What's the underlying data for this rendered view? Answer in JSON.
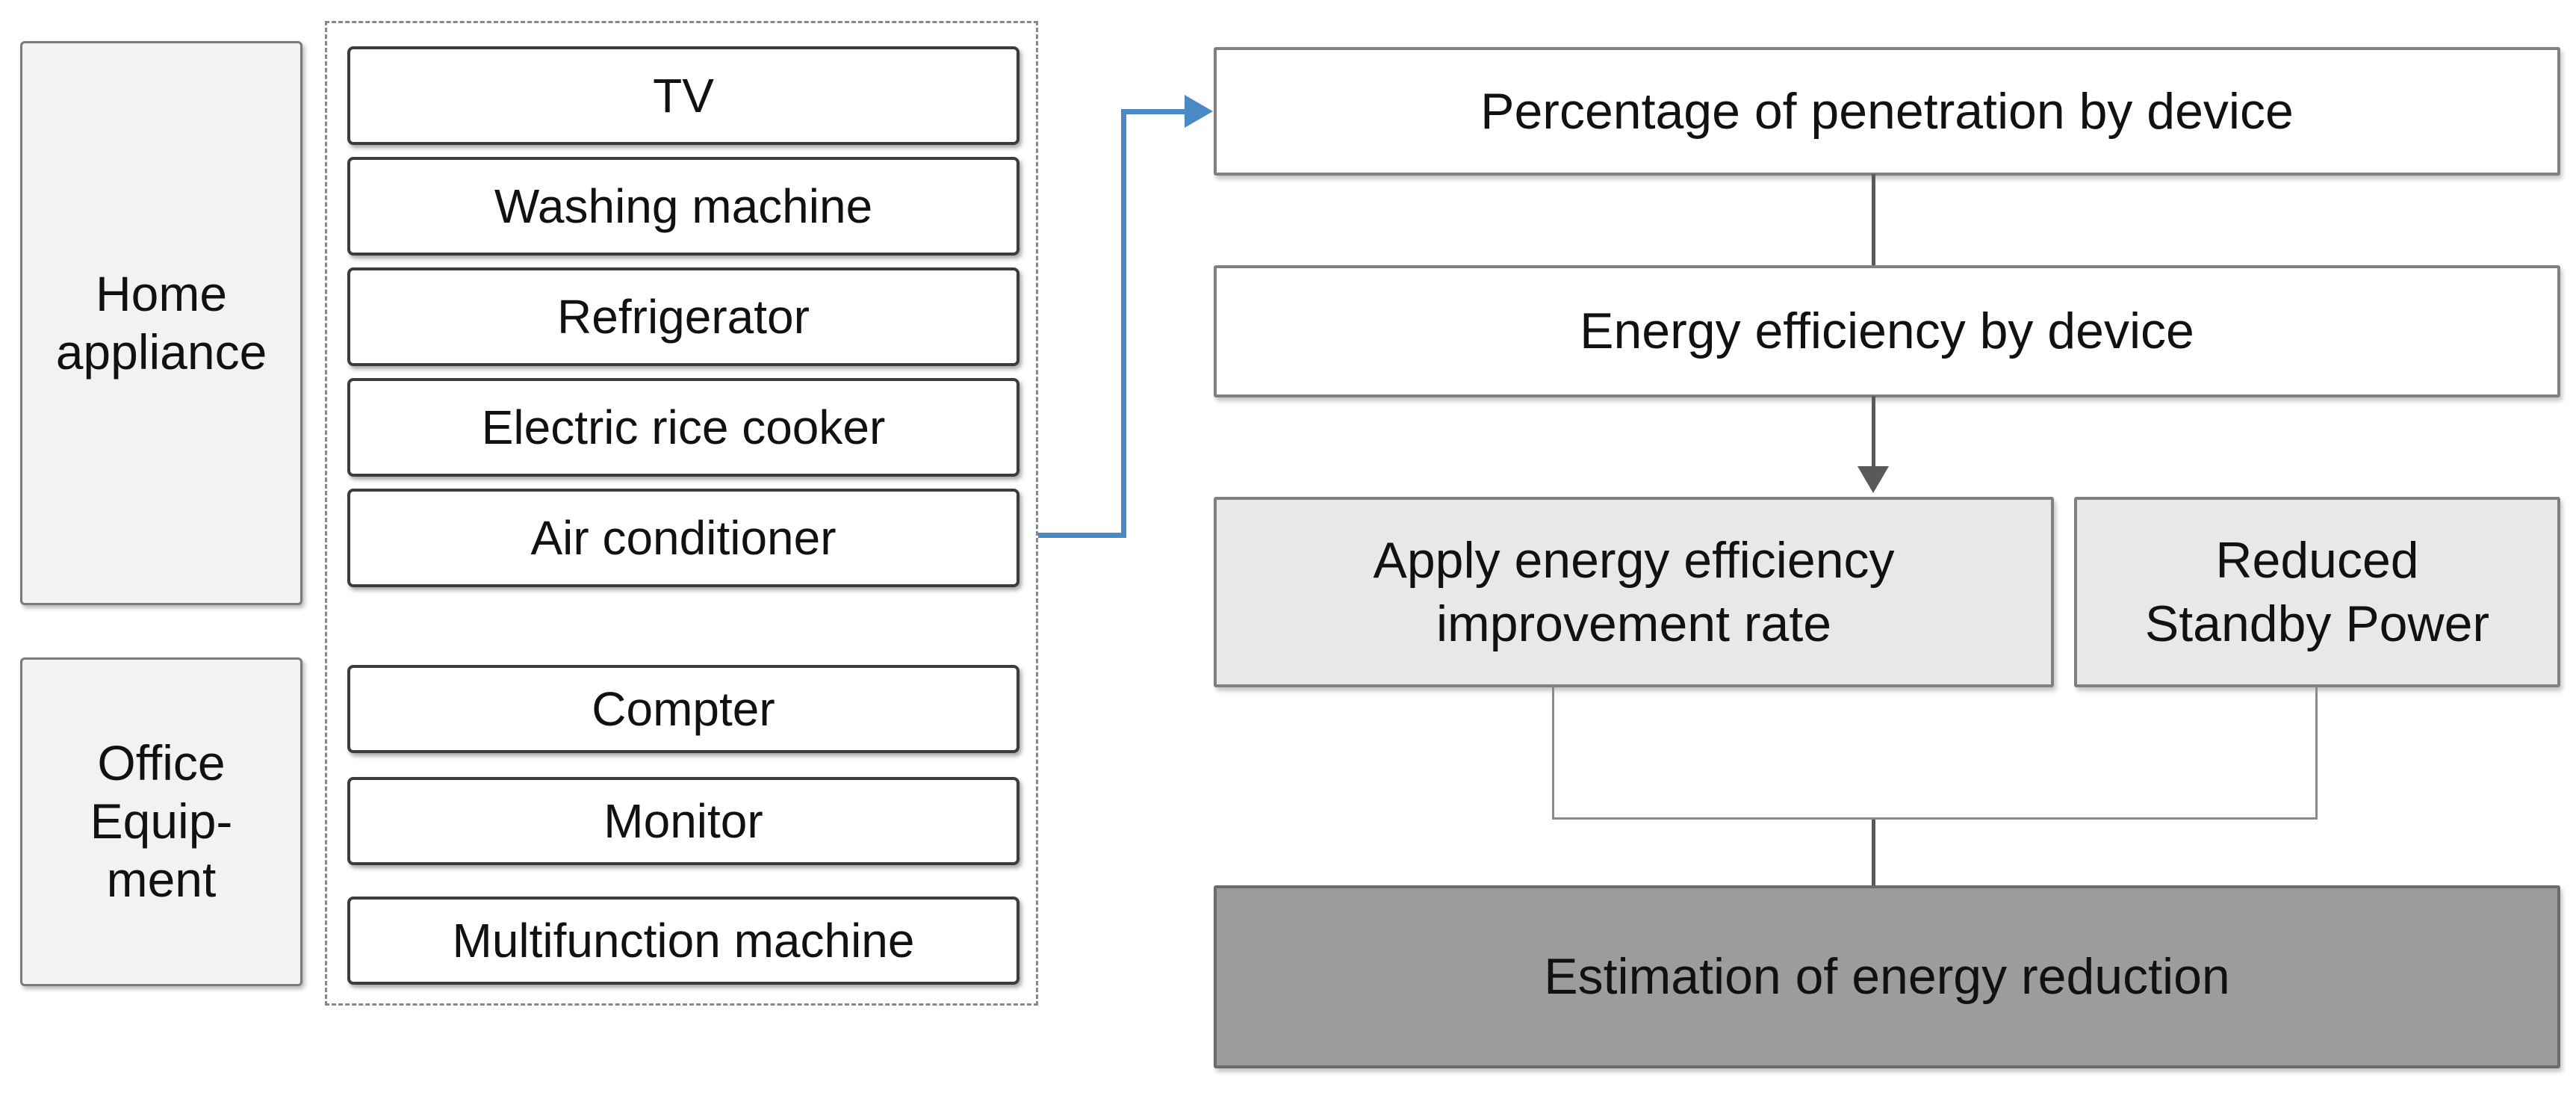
{
  "diagram": {
    "left_panel": {
      "groups": [
        {
          "label": "Home\nappliance",
          "items": [
            "TV",
            "Washing machine",
            "Refrigerator",
            "Electric rice cooker",
            "Air conditioner"
          ]
        },
        {
          "label": "Office\nEquip-\nment",
          "items": [
            "Compter",
            "Monitor",
            "Multifunction machine"
          ]
        }
      ]
    },
    "flow": {
      "step_penetration": "Percentage of penetration by device",
      "step_efficiency": "Energy efficiency by device",
      "step_improvement": "Apply energy efficiency\nimprovement rate",
      "step_standby": "Reduced\nStandby Power",
      "step_estimation": "Estimation of energy reduction"
    },
    "icons": {
      "blue_elbow_arrow": "elbow-arrow-right",
      "down_arrow": "arrow-down"
    },
    "colors": {
      "accent_blue": "#4a8ac4",
      "connector_dark_gray": "#595959",
      "connector_thin_gray": "#8a8a8a",
      "category_fill": "#f2f2f2",
      "process_fill_light": "#e8e8e8",
      "result_fill_dark": "#9c9c9c",
      "item_border": "#3c3c3c",
      "flow_border": "#808080"
    }
  }
}
